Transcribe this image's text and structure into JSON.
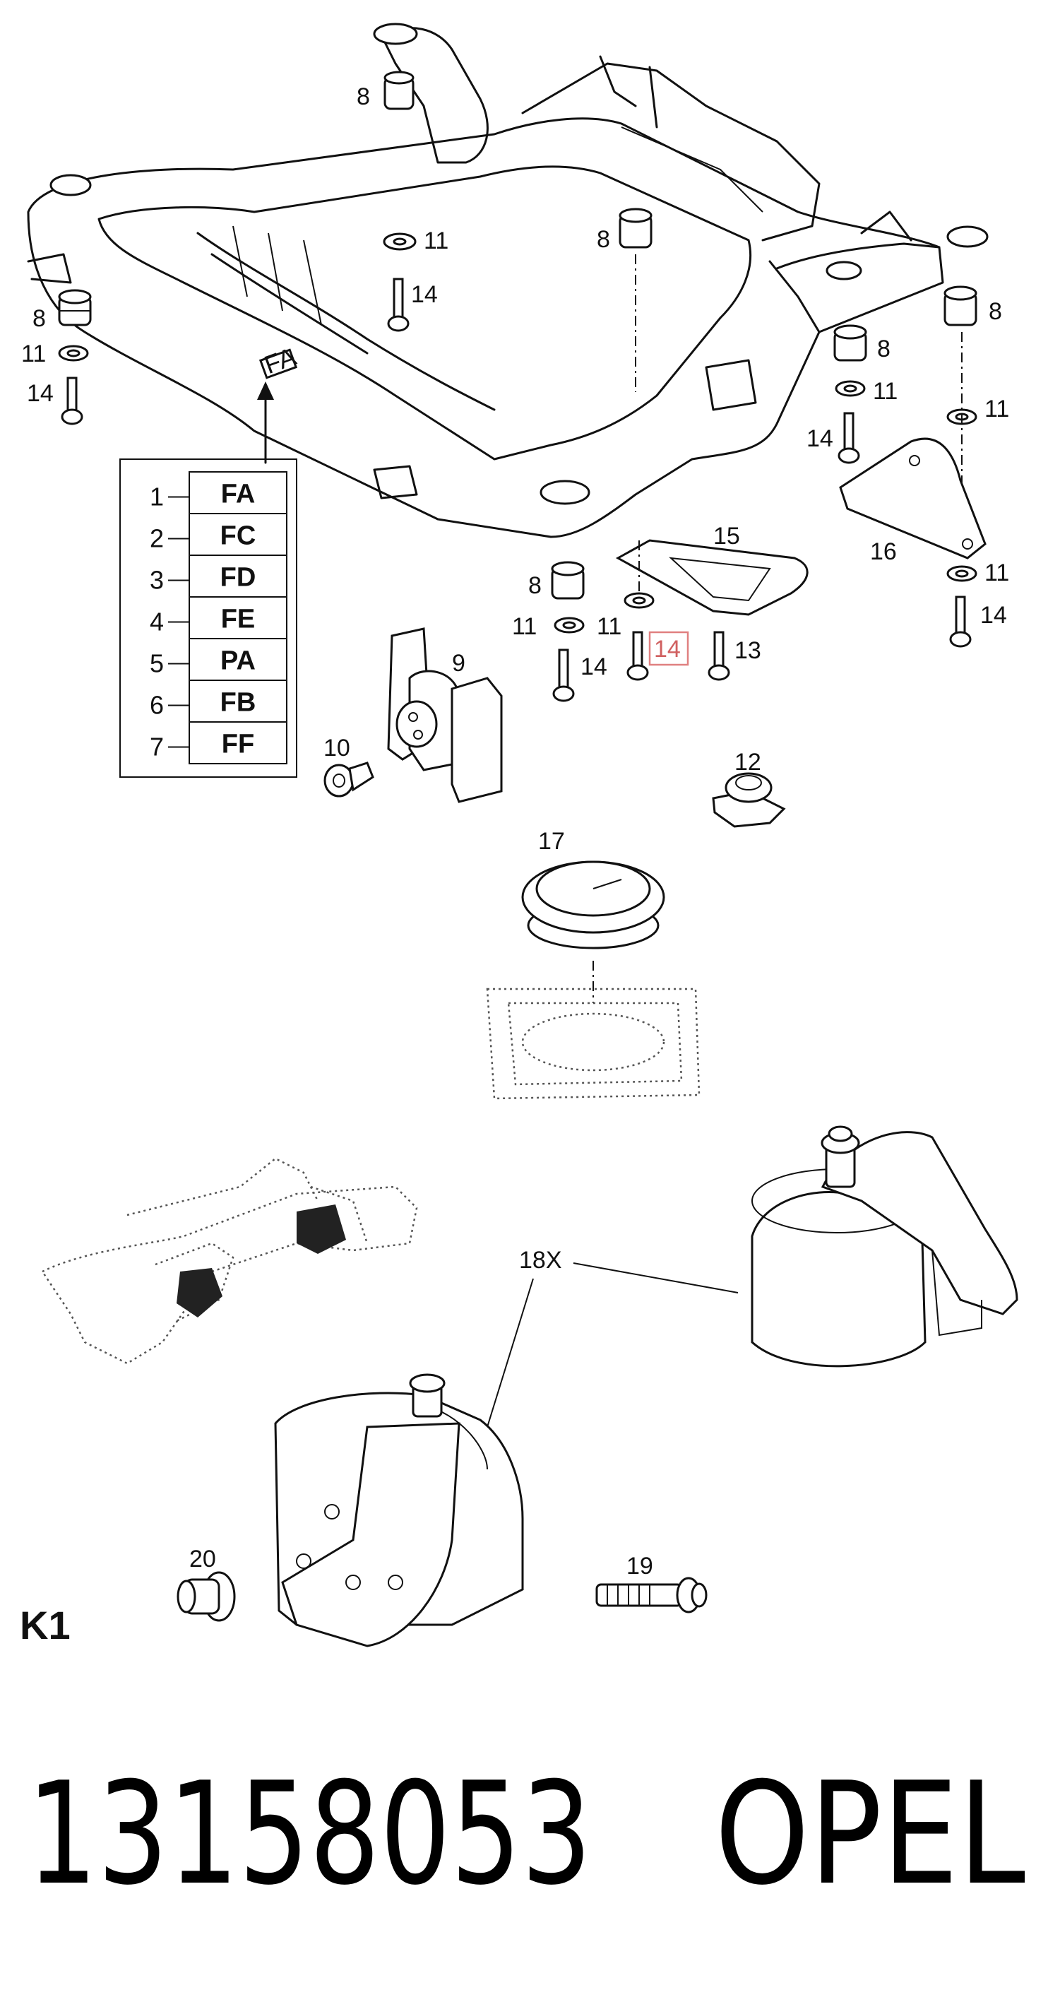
{
  "callouts": {
    "c8a": "8",
    "c8b": "8",
    "c8c": "8",
    "c8d": "8",
    "c8e": "8",
    "c8f": "8",
    "c11a": "11",
    "c11b": "11",
    "c11c": "11",
    "c11d": "11",
    "c11e": "11",
    "c11f": "11",
    "c11g": "11",
    "c14a": "14",
    "c14b": "14",
    "c14c": "14",
    "c14d": "14",
    "c14e": "14",
    "c14f": "14",
    "c9": "9",
    "c10": "10",
    "c12": "12",
    "c13": "13",
    "c15": "15",
    "c16": "16",
    "c17": "17",
    "c18": "18X",
    "c19": "19",
    "c20": "20"
  },
  "code_table": [
    {
      "no": "1",
      "code": "FA"
    },
    {
      "no": "2",
      "code": "FC"
    },
    {
      "no": "3",
      "code": "FD"
    },
    {
      "no": "4",
      "code": "FE"
    },
    {
      "no": "5",
      "code": "PA"
    },
    {
      "no": "6",
      "code": "FB"
    },
    {
      "no": "7",
      "code": "FF"
    }
  ],
  "frame_label": "FA",
  "section_label": "K1",
  "part_number": "13158053",
  "brand": "OPEL",
  "highlight_color": "#e08080"
}
